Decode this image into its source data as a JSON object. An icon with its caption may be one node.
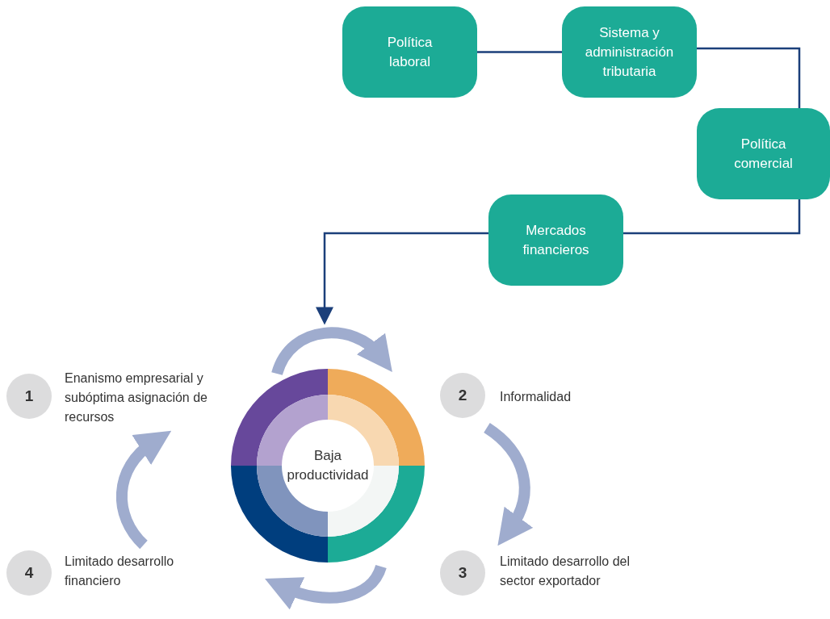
{
  "diagram": {
    "nodes": [
      {
        "text": [
          "Política laboral"
        ]
      },
      {
        "text": [
          "Sistema y administración tributaria"
        ]
      },
      {
        "text": [
          "Política comercial"
        ]
      },
      {
        "text": [
          "Mercados financieros"
        ]
      },
      {
        "text": [
          "Baja productividad"
        ]
      },
      {
        "text": [
          "1"
        ],
        "beside": [
          "Enanismo empresarial y subóptima asignación de recursos"
        ]
      },
      {
        "text": [
          "2"
        ],
        "beside": [
          "Informalidad"
        ]
      },
      {
        "text": [
          "3"
        ],
        "beside": [
          "Limitado desarrollo del sector exportador"
        ]
      },
      {
        "text": [
          "4"
        ],
        "beside": [
          "Limitado desarrollo financiero"
        ]
      }
    ],
    "edges": [
      {
        "from": 0,
        "to": 1,
        "arrow": "none"
      },
      {
        "from": 1,
        "to": 2,
        "arrow": "none"
      },
      {
        "from": 2,
        "to": 3,
        "arrow": "none"
      },
      {
        "from": 3,
        "to": 4,
        "arrow": "to"
      }
    ]
  }
}
